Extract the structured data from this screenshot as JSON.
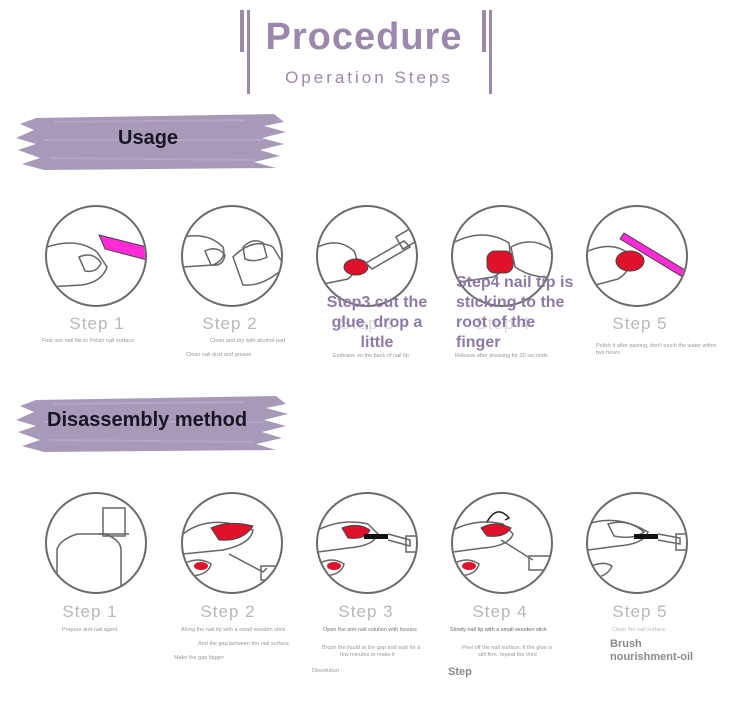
{
  "header": {
    "title": "Procedure",
    "subtitle": "Operation Steps"
  },
  "sections": {
    "usage": {
      "label": "Usage"
    },
    "disassembly": {
      "label": "Disassembly method"
    }
  },
  "usage_steps": [
    {
      "label": "Step  1",
      "caption": "First use nail file to Polish nail surface"
    },
    {
      "label": "Step  2",
      "caption": "Clean and dry with alcohol pad",
      "caption2": "Clean nail dust and grease"
    },
    {
      "label": "Step  3",
      "overlay": "Step3 cut the glue, drop a little",
      "caption": "Embrane on the back of nail tip"
    },
    {
      "label": "Step  4",
      "overlay": "Step4 nail tip is sticking to the root of the finger",
      "caption": "Release after pressing for 20 seconds"
    },
    {
      "label": "Step  5",
      "caption": "Polish it after pasting, don't touch the water within",
      "caption2": "two hours"
    }
  ],
  "disassembly_steps": [
    {
      "label": "Step  1",
      "caption": "Prepare anti-nail agent"
    },
    {
      "label": "Step  2",
      "caption": "Along the nail tip with a small wooden stick",
      "caption2": "And the gap between the nail surface",
      "caption3": "Make the gap bigger"
    },
    {
      "label": "Step  3",
      "caption": "Open the anti-nail solution with tissues",
      "caption2": "Brush the liquid at the gap and wait for a",
      "caption3": "few minutes to make it",
      "caption4": "Dissolution"
    },
    {
      "label": "Step  4",
      "caption": "Slowly nail tip with a small wooden stick",
      "caption2": "Peel off the nail surface. If the glue is",
      "caption3": "still firm, repeat the third",
      "extra": "Step"
    },
    {
      "label": "Step  5",
      "caption": "Clean the nail surface",
      "extra": "Brush nourishment-oil"
    }
  ],
  "colors": {
    "accent": "#9b88ac",
    "brush": "#9d8fb0",
    "magenta": "#ff2bd6",
    "red": "#e0112b"
  }
}
